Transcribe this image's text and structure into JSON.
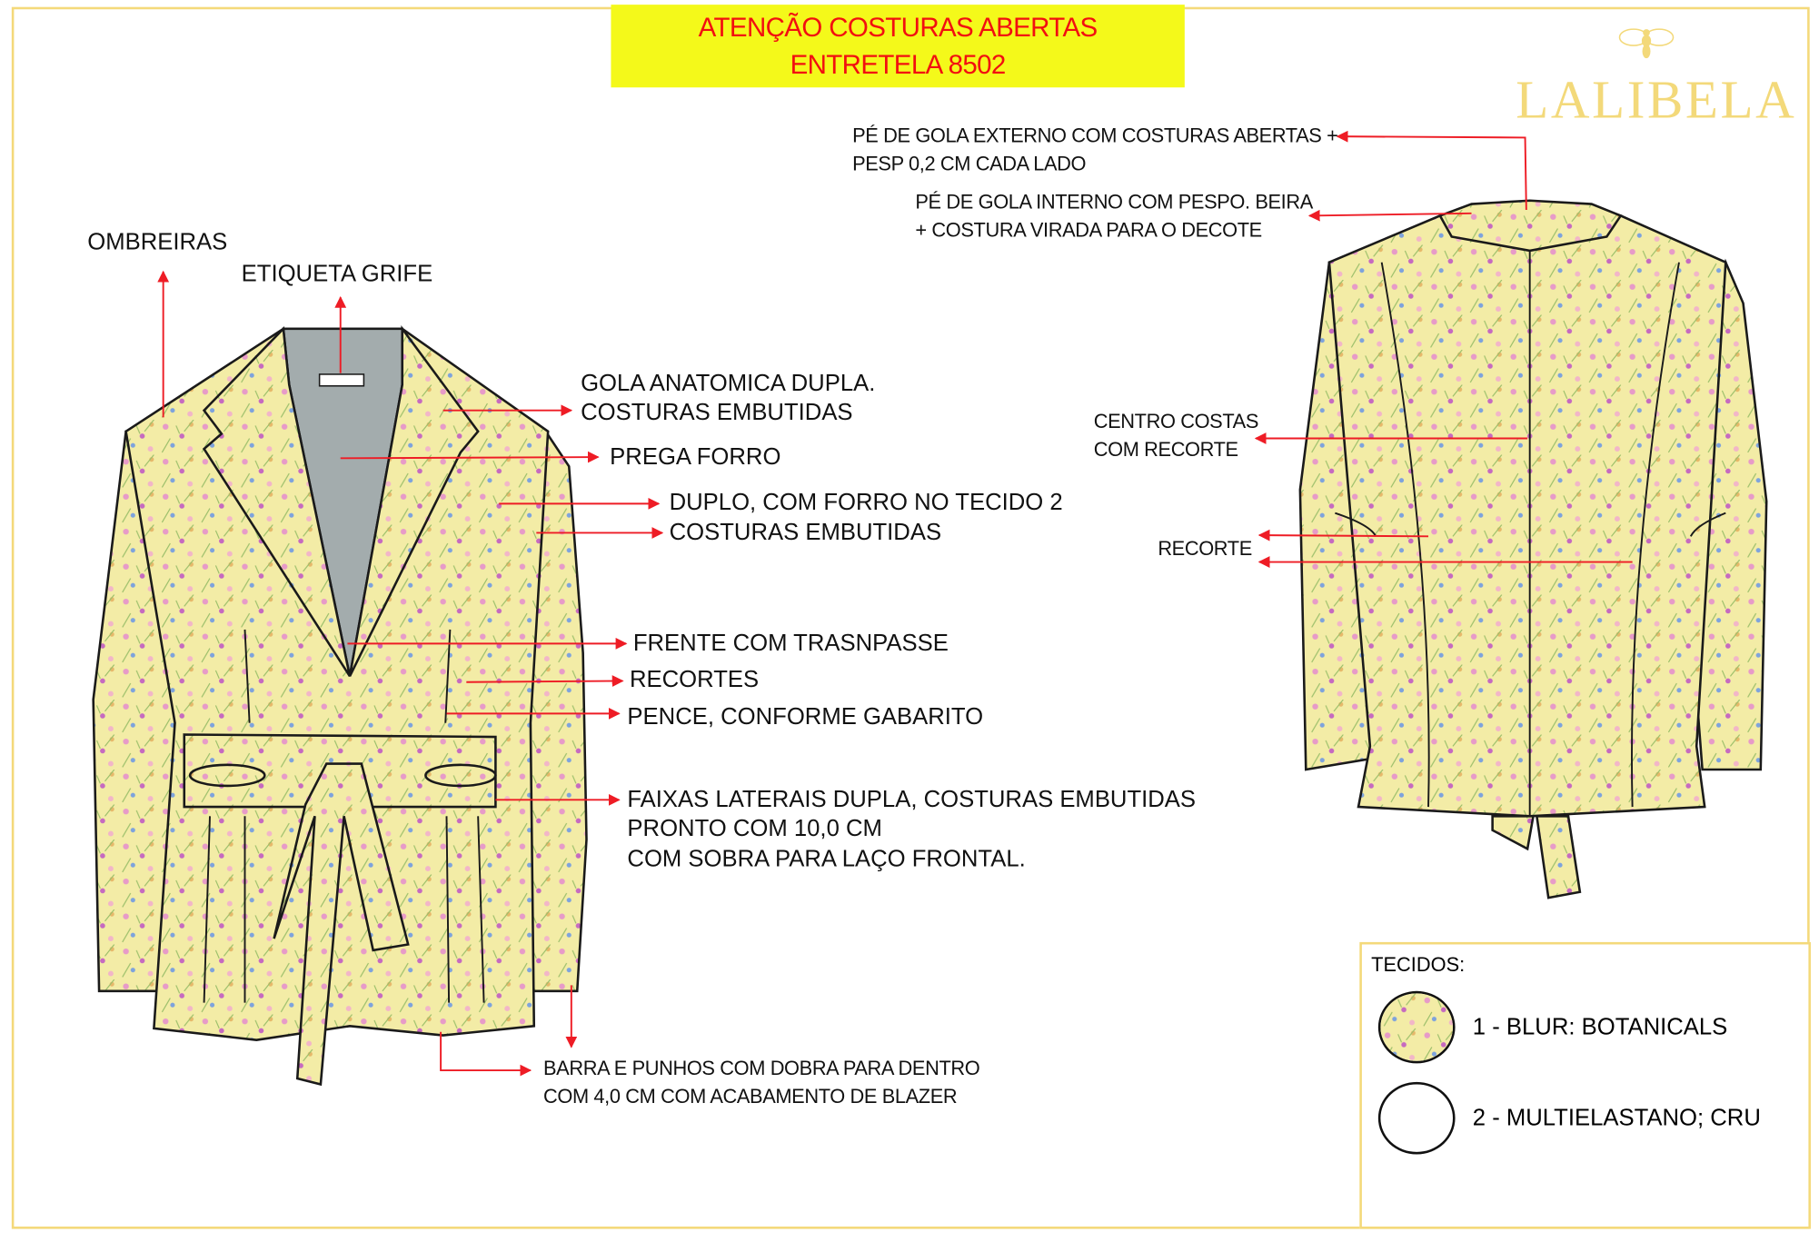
{
  "banner": {
    "line1": "ATENÇÃO  COSTURAS ABERTAS",
    "line2": "ENTRETELA 8502",
    "bg": "#f4f91a",
    "color": "#f20f10"
  },
  "logo": {
    "name": "LALIBELA",
    "icon": "bee-icon",
    "color": "#f3d97a"
  },
  "front_labels": {
    "ombreiras": "OMBREIRAS",
    "etiqueta": "ETIQUETA GRIFE",
    "gola1": "GOLA ANATOMICA DUPLA.",
    "gola2": "COSTURAS EMBUTIDAS",
    "prega": "PREGA FORRO",
    "duplo1": "DUPLO, COM FORRO NO TECIDO 2",
    "duplo2": "COSTURAS EMBUTIDAS",
    "frente": "FRENTE COM TRASNPASSE",
    "recortes": "RECORTES",
    "pence": "PENCE, CONFORME GABARITO",
    "faixas1": "FAIXAS LATERAIS DUPLA, COSTURAS EMBUTIDAS",
    "faixas2": "PRONTO COM 10,0 CM",
    "faixas3": "COM SOBRA PARA LAÇO FRONTAL.",
    "barra1": "BARRA E PUNHOS COM DOBRA PARA DENTRO",
    "barra2": "COM  4,0 CM  COM ACABAMENTO DE BLAZER"
  },
  "back_labels": {
    "pe_ext1": "PÉ DE GOLA EXTERNO COM COSTURAS ABERTAS +",
    "pe_ext2": "PESP 0,2 CM CADA LADO",
    "pe_int1": "PÉ DE GOLA INTERNO COM PESPO. BEIRA",
    "pe_int2": "+    COSTURA VIRADA PARA O DECOTE",
    "centro1": "CENTRO COSTAS",
    "centro2": "COM RECORTE",
    "recorte": "RECORTE"
  },
  "tecidos": {
    "title": "TECIDOS:",
    "items": [
      {
        "label": "1 - BLUR: BOTANICALS",
        "swatch": "floral"
      },
      {
        "label": "2 - MULTIELASTANO; CRU",
        "swatch": "#ffffff"
      }
    ]
  },
  "colors": {
    "fabric": "#f3eca6",
    "lining": "#a3acad",
    "arrow": "#ee1c25",
    "frame": "#f4d97a"
  }
}
